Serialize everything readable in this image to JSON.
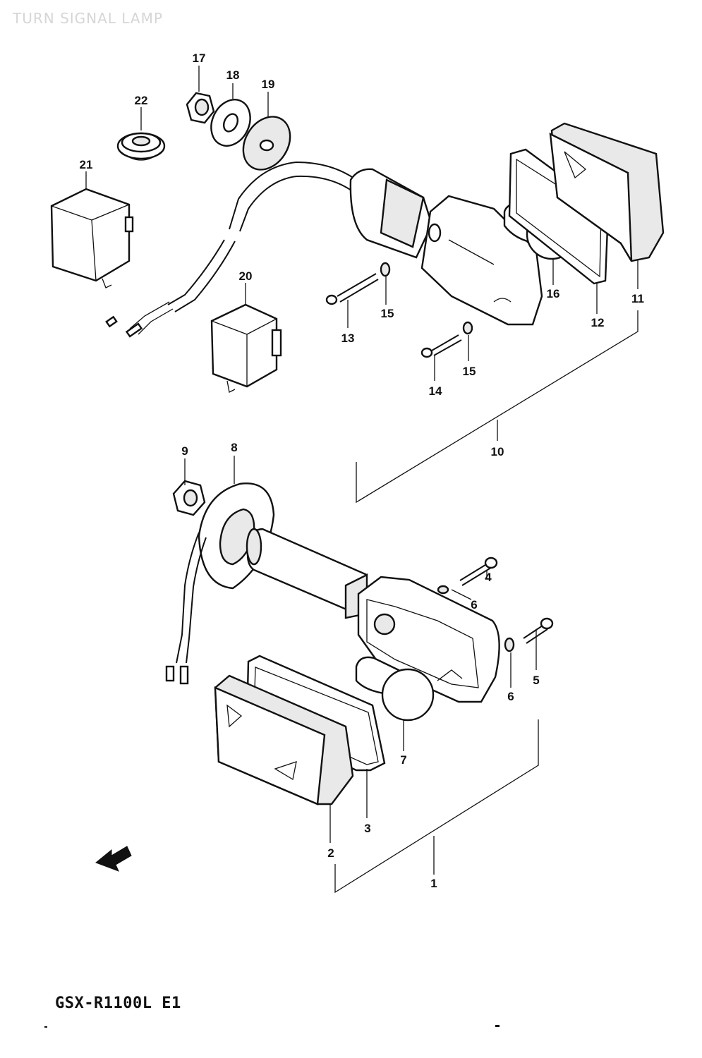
{
  "header": {
    "title": "TURN SIGNAL LAMP"
  },
  "footer": {
    "model": "GSX-R1100L E1"
  },
  "callouts": {
    "c1": "1",
    "c2": "2",
    "c3": "3",
    "c4": "4",
    "c5": "5",
    "c6a": "6",
    "c6b": "6",
    "c7": "7",
    "c8": "8",
    "c9": "9",
    "c10": "10",
    "c11": "11",
    "c12": "12",
    "c13": "13",
    "c14": "14",
    "c15a": "15",
    "c15b": "15",
    "c16": "16",
    "c17": "17",
    "c18": "18",
    "c19": "19",
    "c20": "20",
    "c21": "21",
    "c22": "22"
  }
}
